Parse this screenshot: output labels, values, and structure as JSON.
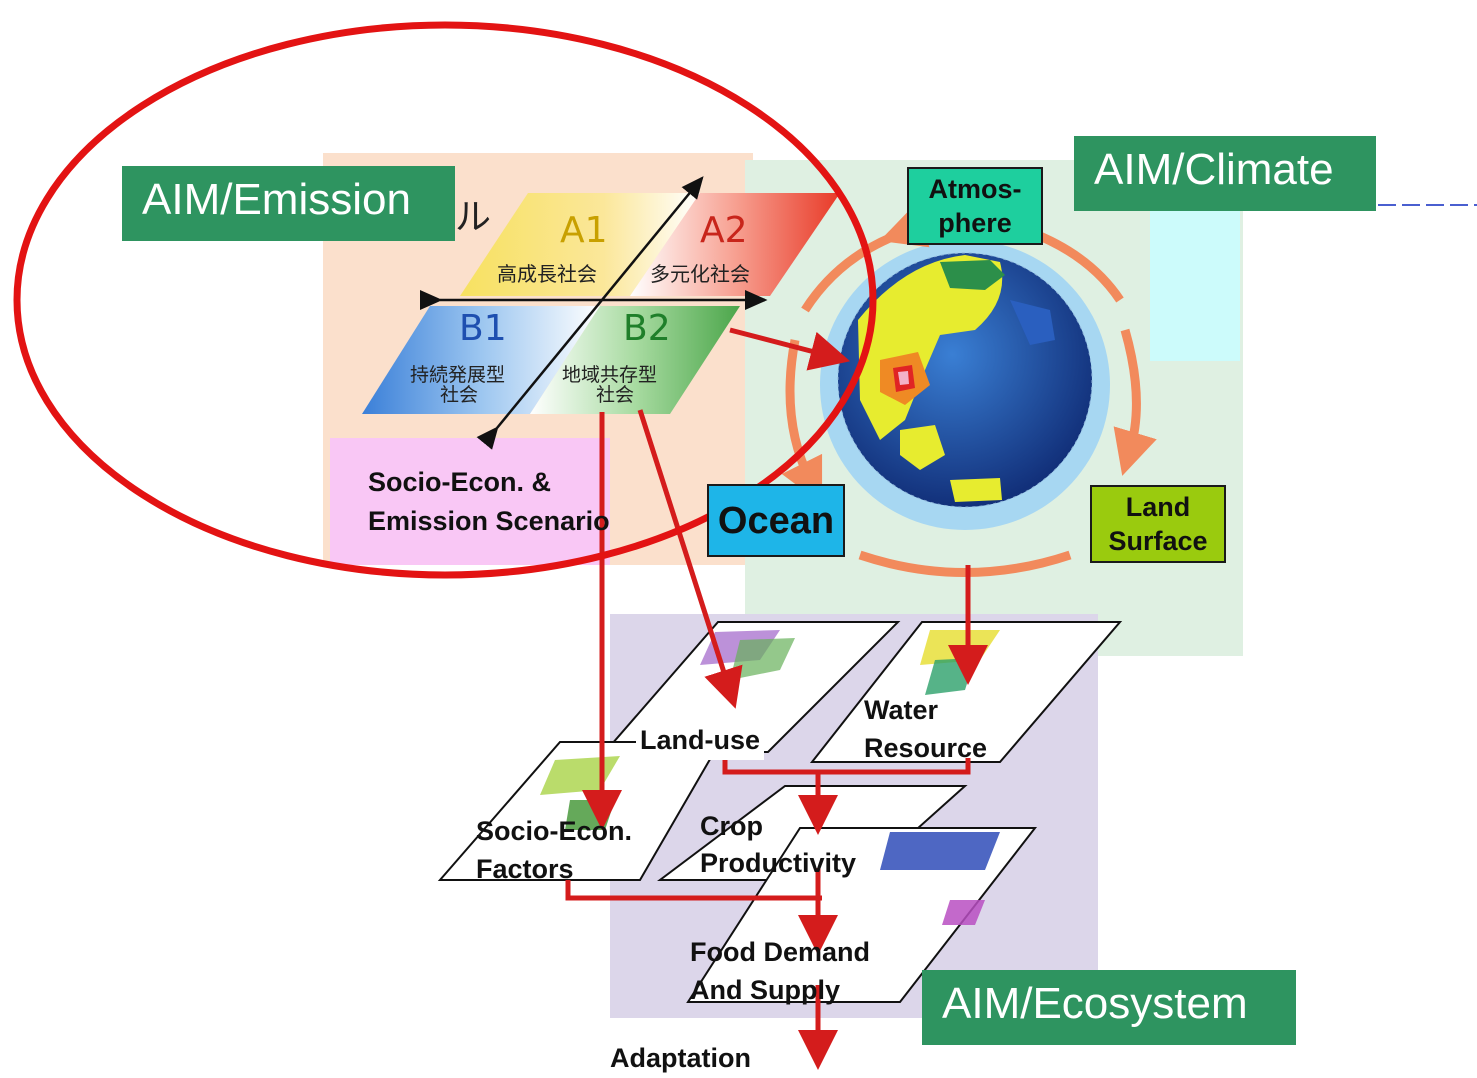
{
  "panels": {
    "emission": {
      "label": "AIM/Emission",
      "partial_title": "ル"
    },
    "climate": {
      "label": "AIM/Climate"
    },
    "ecosystem": {
      "label": "AIM/Ecosystem"
    }
  },
  "scenarios": {
    "a1": {
      "code": "A1",
      "name": "高成長社会"
    },
    "a2": {
      "code": "A2",
      "name": "多元化社会"
    },
    "b1": {
      "code": "B1",
      "name_line1": "持続発展型",
      "name_line2": "社会"
    },
    "b2": {
      "code": "B2",
      "name_line1": "地域共存型",
      "name_line2": "社会"
    }
  },
  "socio_econ": {
    "line1": "Socio-Econ. &",
    "line2": "Emission Scenario"
  },
  "climate_components": {
    "atmosphere": {
      "line1": "Atmos-",
      "line2": "phere"
    },
    "ocean": "Ocean",
    "land_surface": {
      "line1": "Land",
      "line2": "Surface"
    }
  },
  "impact_layers": {
    "land_use": "Land-use",
    "water": {
      "line1": "Water",
      "line2": "Resource"
    },
    "socio_factors": {
      "line1": "Socio-Econ.",
      "line2": "Factors"
    },
    "crop": {
      "line1": "Crop",
      "line2": "Productivity"
    },
    "food": {
      "line1": "Food Demand",
      "line2": "And Supply"
    }
  },
  "adaptation": "Adaptation",
  "colors": {
    "tag_green": "#2e9460",
    "red_ellipse": "#e31313",
    "arrow_red": "#d41c1c",
    "arrow_orange": "#f28a5c",
    "atmos_box": "#1ecf9e",
    "ocean_box": "#1eb5e8",
    "land_box": "#9acb0e",
    "emission_bg": "#fbe0cc",
    "pink_bg": "#f9c7f5",
    "climate_bg": "#dff0e2",
    "eco_bg": "#dcd6ea"
  }
}
